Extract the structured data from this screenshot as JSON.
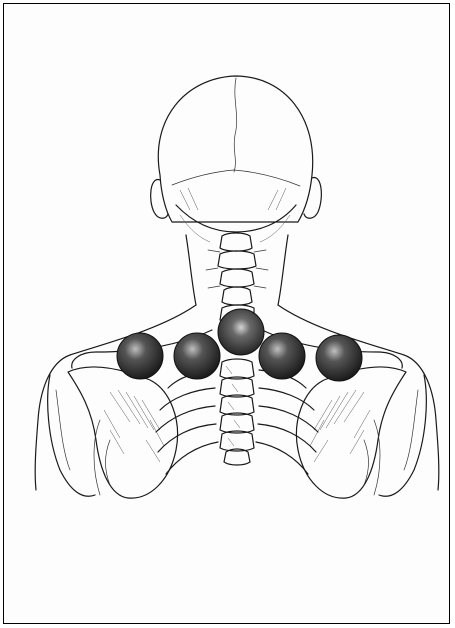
{
  "figure": {
    "subject": "",
    "stones": [
      {
        "id": "upper-spine"
      },
      {
        "id": "left-outer"
      },
      {
        "id": "left-inner"
      },
      {
        "id": "right-inner"
      },
      {
        "id": "right-outer"
      }
    ],
    "colors": {
      "background": "#ffffff",
      "line": "#1a1a1a",
      "stone_dark": "#1c1c1c",
      "stone_mid": "#555555",
      "stone_highlight": "#bfbfbf"
    }
  }
}
